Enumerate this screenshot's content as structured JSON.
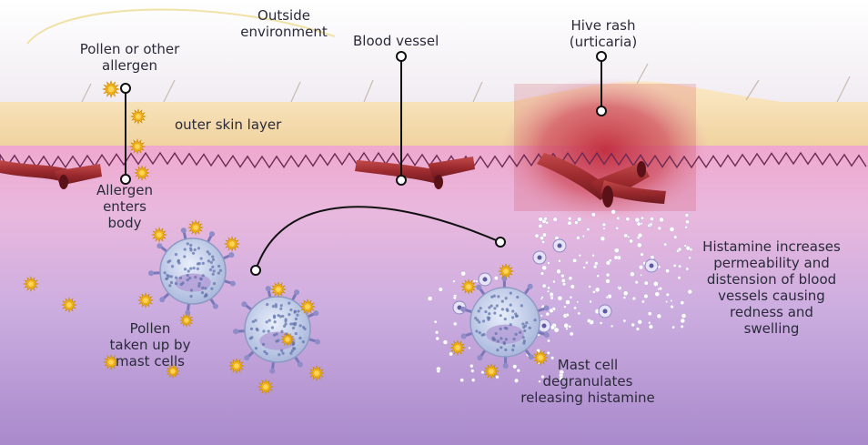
{
  "labels": {
    "outside": [
      "Outside",
      "environment"
    ],
    "pollen": [
      "Pollen or other",
      "allergen"
    ],
    "blood_vessel": "Blood vessel",
    "hive_rash": [
      "Hive rash",
      "(urticaria)"
    ],
    "outer_skin": "outer skin layer",
    "allergen_enters": [
      "Allergen",
      "enters",
      "body"
    ],
    "pollen_taken": [
      "Pollen",
      "taken up by",
      "mast cells"
    ],
    "mast_cell": [
      "Mast cell",
      "degranulates",
      "releasing histamine"
    ],
    "histamine": [
      "Histamine increases",
      "permeability and",
      "distension of blood",
      "vessels causing",
      "redness and",
      "swelling"
    ]
  },
  "colors": {
    "skin_surface": "#f6dfb4",
    "dermis_pink": "#efb6d4",
    "tissue_purple": "#b99bd8",
    "blood_vessel": "#9e2a2f",
    "rash_red": "#c8323f",
    "allergen_yellow": "#f2b318",
    "mast_cell": "#c9d4ec",
    "callout_line": "#111111"
  },
  "icons": [
    "pollen-grain-icon",
    "mast-cell-icon",
    "histamine-granule-icon",
    "blood-vessel-icon"
  ]
}
